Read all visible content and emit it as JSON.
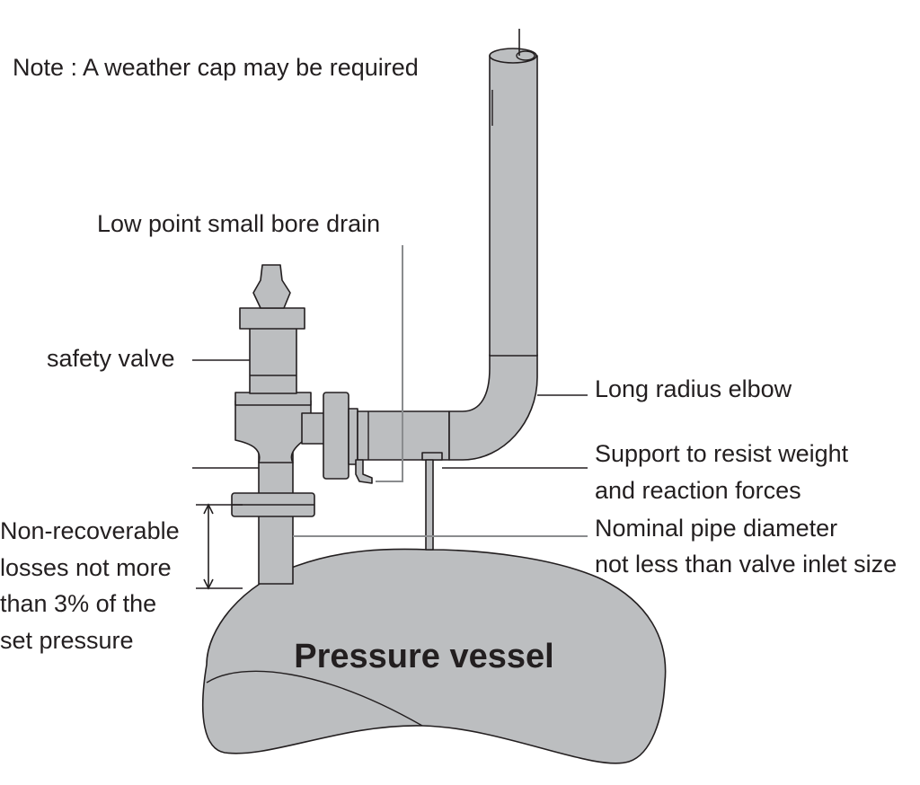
{
  "diagram": {
    "note": "Note : A weather cap may be required",
    "labels": {
      "drain": "Low point small bore drain",
      "safety_valve": "safety valve",
      "elbow": "Long radius elbow",
      "support_line1": "Support to resist weight",
      "support_line2": "and reaction forces",
      "pipe_line1": "Nominal pipe diameter",
      "pipe_line2": "not less than valve inlet size",
      "losses_line1": "Non-recoverable",
      "losses_line2": "losses not more",
      "losses_line3": "than 3% of the",
      "losses_line4": "set pressure",
      "vessel": "Pressure vessel"
    },
    "colors": {
      "metal_fill": "#bcbec0",
      "outline": "#231f20",
      "leader_grey": "#8a8c8e"
    }
  }
}
